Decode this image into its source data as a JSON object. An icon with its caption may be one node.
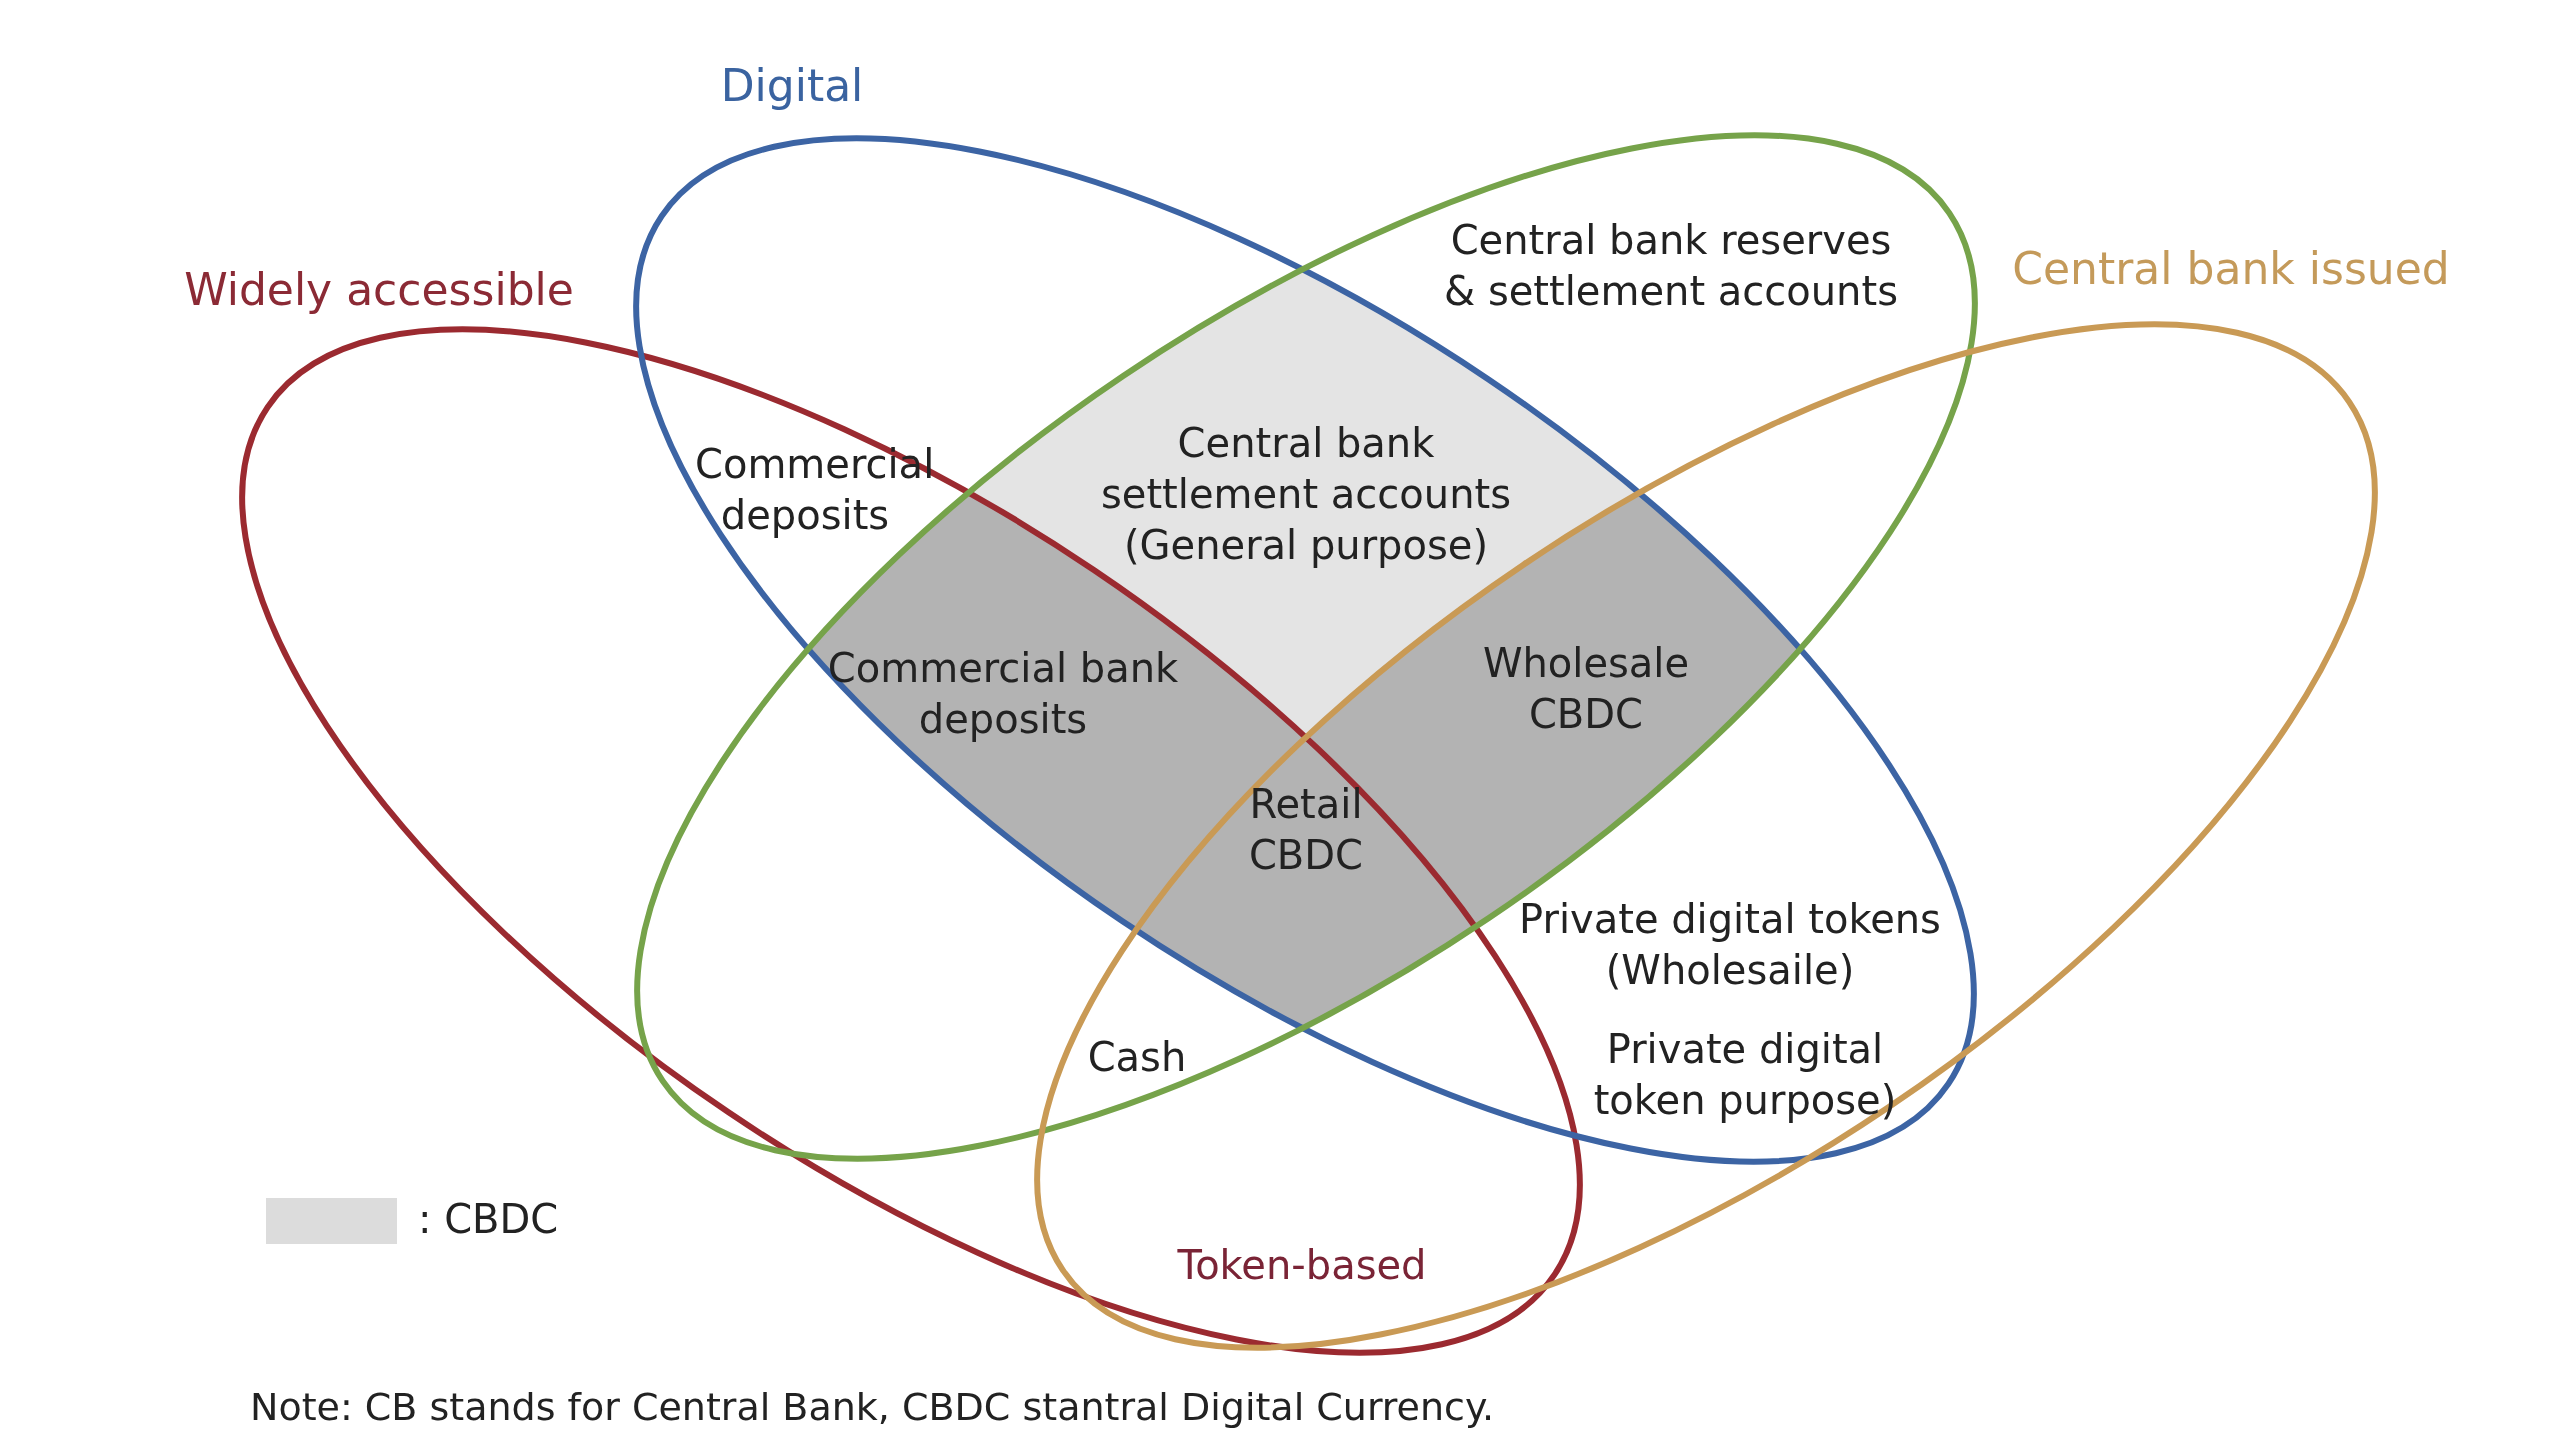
{
  "diagram": {
    "caption": "Note: CB stands for Central Bank, CBDC stantral Digital Currency.",
    "nodes": [
      {
        "text": [
          "Widely accessible"
        ]
      },
      {
        "text": [
          "Digital"
        ]
      },
      {
        "text": [],
        "shape": "ellipse"
      },
      {
        "text": [
          "Central bank issued"
        ]
      }
    ],
    "labels": [
      "Central bank reserves & settlement accounts",
      "Commercial deposits",
      "Central bank settlement accounts (General purpose)",
      "Commercial bank deposits",
      "Wholesale CBDC",
      "Retail CBDC",
      "Private digital tokens (Wholesaile)",
      "Private digital token purpose)",
      "Cash",
      "Token-based"
    ],
    "legend": [
      {
        "text": ": CBDC",
        "color": "#dcdcdc"
      }
    ]
  }
}
